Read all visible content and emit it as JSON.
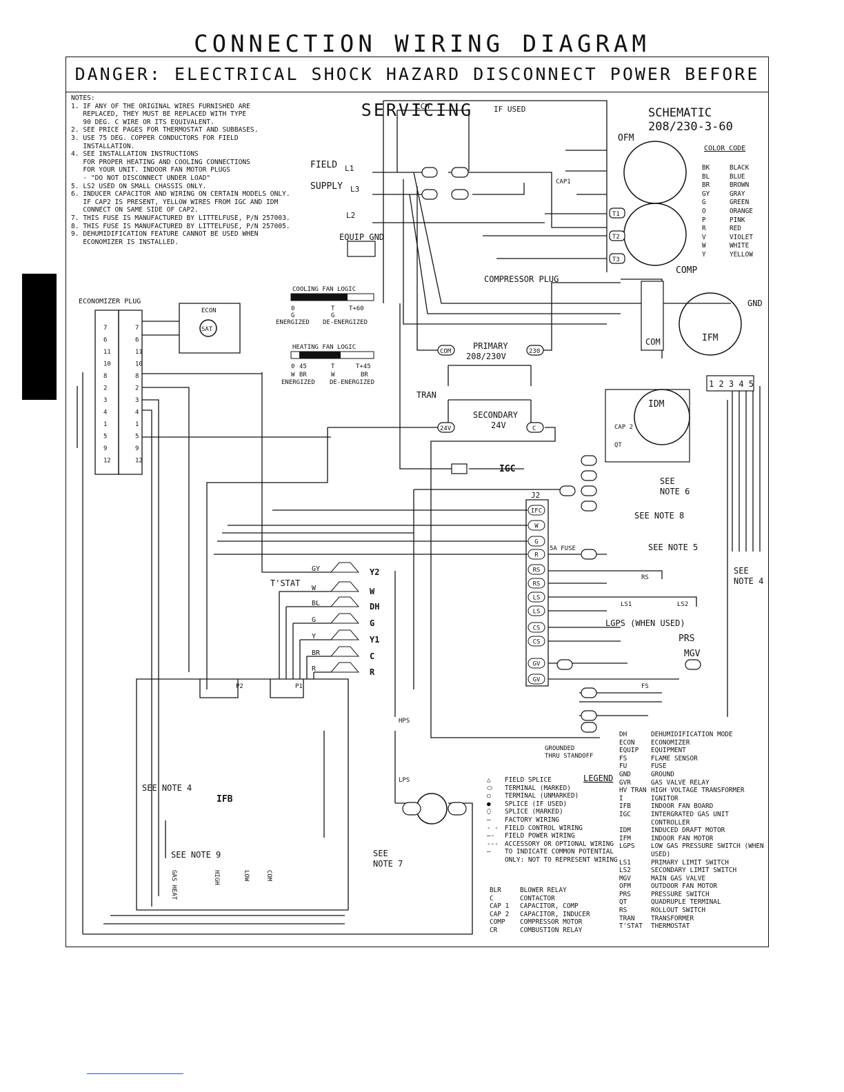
{
  "title": "CONNECTION WIRING DIAGRAM",
  "danger": "DANGER: ELECTRICAL SHOCK HAZARD DISCONNECT POWER BEFORE SERVICING",
  "notes": [
    "NOTES:",
    "1. IF ANY OF THE ORIGINAL WIRES FURNISHED ARE",
    "   REPLACED, THEY MUST BE REPLACED WITH TYPE",
    "   90 DEG. C WIRE OR ITS EQUIVALENT.",
    "2. SEE PRICE PAGES FOR THERMOSTAT AND SUBBASES.",
    "3. USE 75 DEG. COPPER CONDUCTORS FOR FIELD",
    "   INSTALLATION.",
    "4. SEE INSTALLATION INSTRUCTIONS",
    "   FOR PROPER HEATING AND COOLING CONNECTIONS",
    "   FOR YOUR UNIT. INDOOR FAN MOTOR PLUGS",
    "   - \"DO NOT DISCONNECT UNDER LOAD\"",
    "5. LS2 USED ON SMALL CHASSIS ONLY.",
    "6. INDUCER CAPACITOR AND WIRING ON CERTAIN MODELS ONLY.",
    "   IF CAP2 IS PRESENT, YELLOW WIRES FROM IGC AND IDM",
    "   CONNECT ON SAME SIDE OF CAP2.",
    "7. THIS FUSE IS MANUFACTURED BY LITTELFUSE, P/N 257003.",
    "8. THIS FUSE IS MANUFACTURED BY LITTELFUSE, P/N 257005.",
    "9. DEHUMIDIFICATION FEATURE CANNOT BE USED WHEN",
    "   ECONOMIZER IS INSTALLED."
  ],
  "schematic_title": "SCHEMATIC\n208/230-3-60",
  "color_code": {
    "title": "COLOR CODE",
    "items": [
      {
        "ab": "BK",
        "name": "BLACK"
      },
      {
        "ab": "BL",
        "name": "BLUE"
      },
      {
        "ab": "BR",
        "name": "BROWN"
      },
      {
        "ab": "GY",
        "name": "GRAY"
      },
      {
        "ab": "G",
        "name": "GREEN"
      },
      {
        "ab": "O",
        "name": "ORANGE"
      },
      {
        "ab": "P",
        "name": "PINK"
      },
      {
        "ab": "R",
        "name": "RED"
      },
      {
        "ab": "V",
        "name": "VIOLET"
      },
      {
        "ab": "W",
        "name": "WHITE"
      },
      {
        "ab": "Y",
        "name": "YELLOW"
      }
    ]
  },
  "labels": {
    "cch": "CCH",
    "if_used": "IF USED",
    "ofm": "OFM",
    "comp": "COMP",
    "field": "FIELD",
    "supply": "SUPPLY",
    "l1": "L1",
    "l2": "L2",
    "l3": "L3",
    "equip_gnd": "EQUIP GND",
    "compressor_plug": "COMPRESSOR PLUG",
    "cap1": "CAP1",
    "t1": "T1",
    "t2": "T2",
    "t3": "T3",
    "ifm": "IFM",
    "gnd": "GND",
    "com": "COM",
    "pins": "1 2 3 4 5",
    "cooling_fan_logic": "COOLING FAN LOGIC",
    "cool_0": "0",
    "cool_g1": "G",
    "cool_energized": "ENERGIZED",
    "cool_t": "T",
    "cool_g2": "G",
    "cool_t60": "T+60",
    "cool_deenergized": "DE-ENERGIZED",
    "heating_fan_logic": "HEATING FAN LOGIC",
    "heat_0": "0",
    "heat_w1": "W",
    "heat_energized": "ENERGIZED",
    "heat_45": "45",
    "heat_br1": "BR",
    "heat_t": "T",
    "heat_w2": "W",
    "heat_deenergized": "DE-ENERGIZED",
    "heat_t45": "T+45",
    "heat_br2": "BR",
    "economizer_plug": "ECONOMIZER PLUG",
    "econ": "ECON",
    "sat": "SAT",
    "primary": "PRIMARY",
    "primary_v": "208/230V",
    "tran": "TRAN",
    "secondary": "SECONDARY",
    "secondary_v": "24V",
    "v24": "24V",
    "c": "C",
    "v230": "230",
    "com2": "COM",
    "igc": "IGC",
    "j2": "J2",
    "idm": "IDM",
    "cap2": "CAP 2",
    "qt": "QT",
    "see_note_6": "SEE\nNOTE 6",
    "see_note_8": "SEE NOTE 8",
    "see_note_5": "SEE NOTE 5",
    "see_note_4a": "SEE\nNOTE 4",
    "see_note_4b": "SEE NOTE 4",
    "see_note_9": "SEE NOTE 9",
    "see_note_7": "SEE\nNOTE 7",
    "fuse_5a": "5A FUSE",
    "rs": "RS",
    "ls1": "LS1",
    "ls2": "LS2",
    "lgps": "LGPS (WHEN USED)",
    "prs": "PRS",
    "mgv": "MGV",
    "fs": "FS",
    "grounded": "GROUNDED\nTHRU STANDOFF",
    "tstat": "T'STAT",
    "ifb": "IFB",
    "hps": "HPS",
    "lps": "LPS",
    "p1": "P1",
    "p2": "P2",
    "gas_heat": "GAS HEAT",
    "high": "HIGH",
    "low": "LOW",
    "com3": "COM",
    "legend": "LEGEND"
  },
  "igc_terminals": [
    "IFC",
    "W",
    "G",
    "R",
    "RS",
    "RS",
    "LS",
    "LS",
    "CS",
    "CS",
    "GV",
    "GV"
  ],
  "tstat_terminals": [
    "Y2",
    "W",
    "DH",
    "G",
    "Y1",
    "C",
    "R"
  ],
  "tstat_wires": [
    "GY",
    "W",
    "BL",
    "G",
    "Y",
    "BR",
    "R"
  ],
  "symbols": [
    {
      "sym": "△",
      "text": "FIELD SPLICE"
    },
    {
      "sym": "⬭",
      "text": "TERMINAL (MARKED)"
    },
    {
      "sym": "○",
      "text": "TERMINAL (UNMARKED)"
    },
    {
      "sym": "●",
      "text": "SPLICE (IF USED)"
    },
    {
      "sym": "⬯",
      "text": "SPLICE (MARKED)"
    },
    {
      "sym": "—",
      "text": "FACTORY WIRING"
    },
    {
      "sym": "- -",
      "text": "FIELD CONTROL WIRING"
    },
    {
      "sym": "—-",
      "text": "FIELD POWER WIRING"
    },
    {
      "sym": "---",
      "text": "ACCESSORY OR OPTIONAL WIRING"
    },
    {
      "sym": "—",
      "text": "TO INDICATE COMMON POTENTIAL ONLY: NOT TO REPRESENT WIRING"
    }
  ],
  "abbr_left": [
    {
      "ab": "BLR",
      "text": "BLOWER RELAY"
    },
    {
      "ab": "C",
      "text": "CONTACTOR"
    },
    {
      "ab": "CAP 1",
      "text": "CAPACITOR, COMP"
    },
    {
      "ab": "CAP 2",
      "text": "CAPACITOR, INDUCER"
    },
    {
      "ab": "COMP",
      "text": "COMPRESSOR MOTOR"
    },
    {
      "ab": "CR",
      "text": "COMBUSTION RELAY"
    }
  ],
  "abbr_right": [
    {
      "ab": "DH",
      "text": "DEHUMIDIFICATION MODE"
    },
    {
      "ab": "ECON",
      "text": "ECONOMIZER"
    },
    {
      "ab": "EQUIP",
      "text": "EQUIPMENT"
    },
    {
      "ab": "FS",
      "text": "FLAME SENSOR"
    },
    {
      "ab": "FU",
      "text": "FUSE"
    },
    {
      "ab": "GND",
      "text": "GROUND"
    },
    {
      "ab": "GVR",
      "text": "GAS VALVE RELAY"
    },
    {
      "ab": "HV TRAN",
      "text": "HIGH VOLTAGE TRANSFORMER"
    },
    {
      "ab": "I",
      "text": "IGNITOR"
    },
    {
      "ab": "IFB",
      "text": "INDOOR FAN BOARD"
    },
    {
      "ab": "IGC",
      "text": "INTERGRATED GAS UNIT CONTROLLER"
    },
    {
      "ab": "IDM",
      "text": "INDUCED DRAFT MOTOR"
    },
    {
      "ab": "IFM",
      "text": "INDOOR FAN MOTOR"
    },
    {
      "ab": "LGPS",
      "text": "LOW GAS PRESSURE SWITCH (WHEN USED)"
    },
    {
      "ab": "LS1",
      "text": "PRIMARY LIMIT SWITCH"
    },
    {
      "ab": "LS2",
      "text": "SECONDARY LIMIT SWITCH"
    },
    {
      "ab": "MGV",
      "text": "MAIN GAS VALVE"
    },
    {
      "ab": "OFM",
      "text": "OUTDOOR FAN MOTOR"
    },
    {
      "ab": "PRS",
      "text": "PRESSURE SWITCH"
    },
    {
      "ab": "QT",
      "text": "QUADRUPLE TERMINAL"
    },
    {
      "ab": "RS",
      "text": "ROLLOUT SWITCH"
    },
    {
      "ab": "TRAN",
      "text": "TRANSFORMER"
    },
    {
      "ab": "T'STAT",
      "text": "THERMOSTAT"
    }
  ],
  "econ_plug_pins": [
    "7",
    "6",
    "11",
    "10",
    "8",
    "2",
    "3",
    "4",
    "1",
    "5",
    "9",
    "12"
  ]
}
